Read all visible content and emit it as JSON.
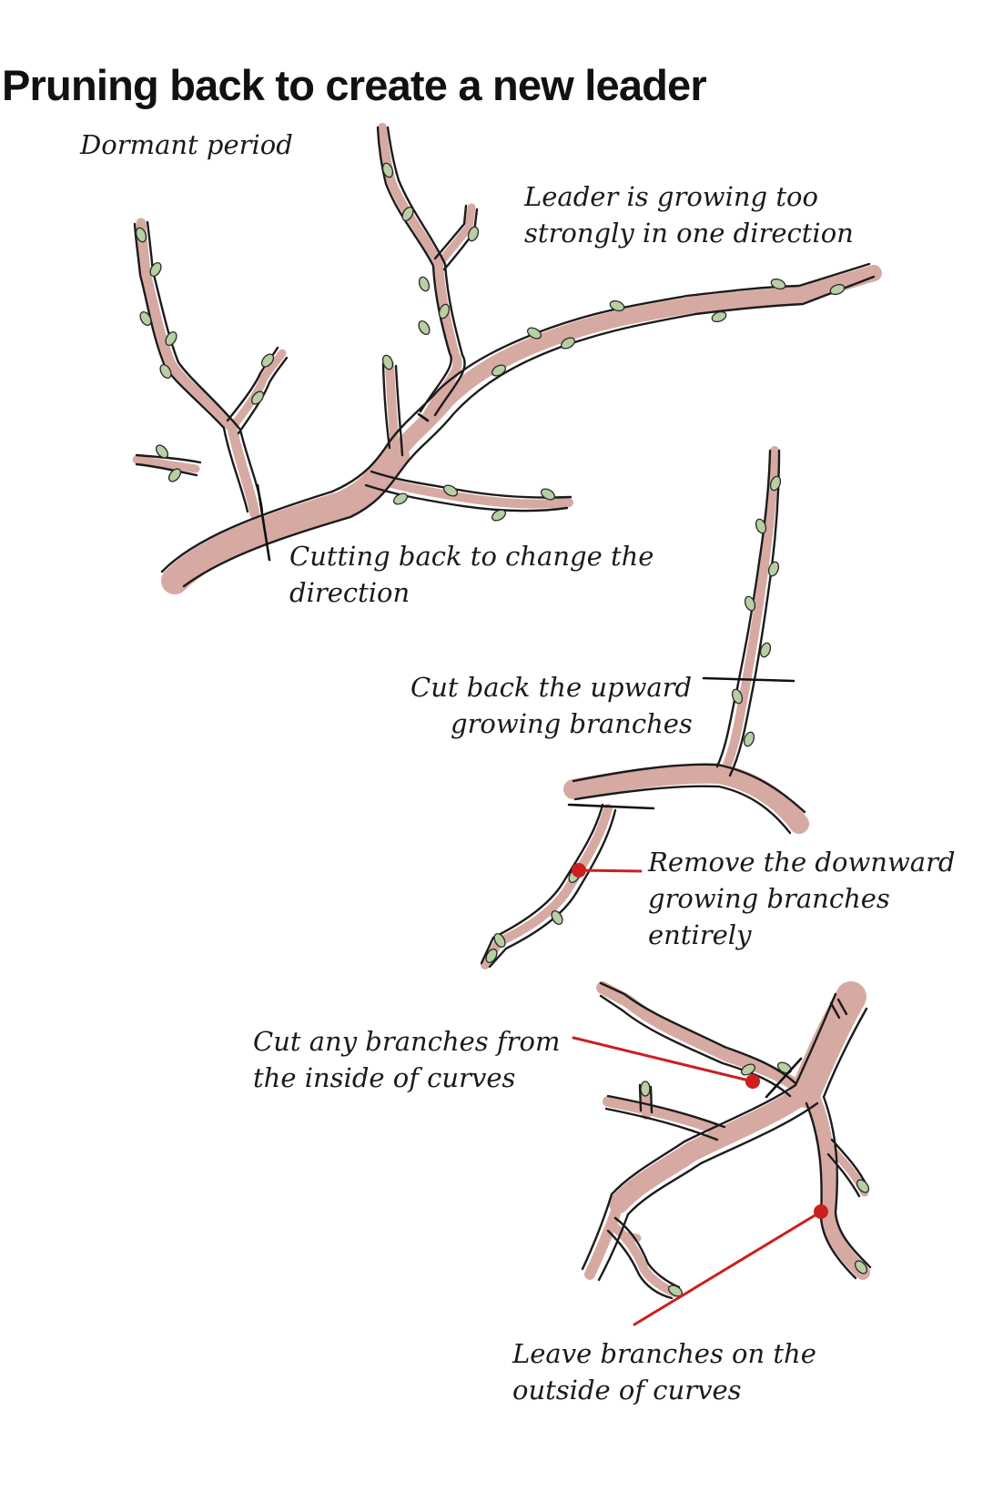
{
  "title": "Pruning back to create a new leader",
  "labels": {
    "dormant": "Dormant period",
    "leader_line1": "Leader is growing too",
    "leader_line2": "strongly in one direction",
    "cutting_line1": "Cutting back to change the",
    "cutting_line2": "direction",
    "upward_line1": "Cut back the upward",
    "upward_line2": "growing branches",
    "downward_line1": "Remove the downward",
    "downward_line2": "growing branches",
    "downward_line3": "entirely",
    "inside_line1": "Cut any branches from",
    "inside_line2": "the inside of curves",
    "outside_line1": "Leave branches on the",
    "outside_line2": "outside of curves"
  },
  "colors": {
    "wood": "#d6aaa2",
    "outline": "#1b1b1b",
    "bud": "#b8cfa4",
    "pointer": "#cc1f1f"
  }
}
